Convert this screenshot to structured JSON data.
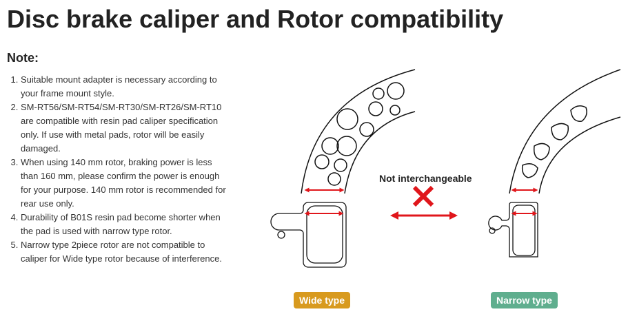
{
  "title": "Disc brake caliper and Rotor compatibility",
  "note_heading": "Note:",
  "notes": [
    "Suitable mount adapter is necessary according to your frame mount style.",
    "SM-RT56/SM-RT54/SM-RT30/SM-RT26/SM-RT10 are compatible with resin pad caliper specification only. If use with metal pads, rotor will be easily damaged.",
    "When using 140 mm rotor, braking power is less than 160 mm, please confirm the power is enough for your purpose. 140 mm rotor is recommended for rear use only.",
    "Durability of B01S resin pad become shorter when the pad is used with narrow type rotor.",
    "Narrow type 2piece rotor are not compatible to caliper for Wide type rotor because of interference."
  ],
  "diagram": {
    "center_label": "Not interchangeable",
    "wide_label": "Wide type",
    "narrow_label": "Narrow type",
    "colors": {
      "wide": "#d89a1e",
      "narrow": "#5fae8e",
      "arrow": "#e0161b"
    }
  }
}
